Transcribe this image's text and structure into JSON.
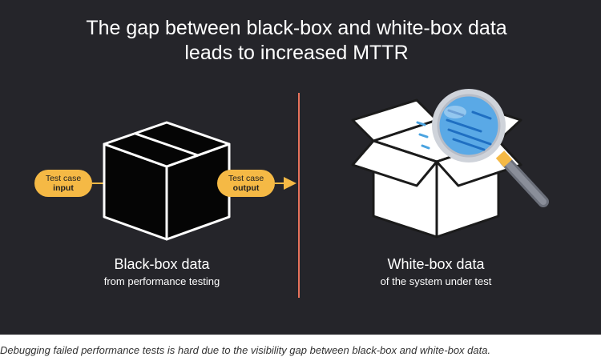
{
  "title": {
    "line1": "The gap between black-box and white-box data",
    "line2": "leads to increased MTTR"
  },
  "black_box": {
    "label": "Black-box data",
    "sublabel": "from performance testing",
    "input_pill": {
      "line1": "Test case",
      "line2": "input"
    },
    "output_pill": {
      "line1": "Test case",
      "line2": "output"
    }
  },
  "white_box": {
    "label": "White-box data",
    "sublabel": "of the system under test"
  },
  "caption": "Debugging failed performance tests is hard due to the visibility gap between black-box and white-box data.",
  "colors": {
    "background": "#25252a",
    "accent_pill": "#f5b945",
    "divider": "#e8735c",
    "magnifier_lens": "#4aa3e0"
  }
}
